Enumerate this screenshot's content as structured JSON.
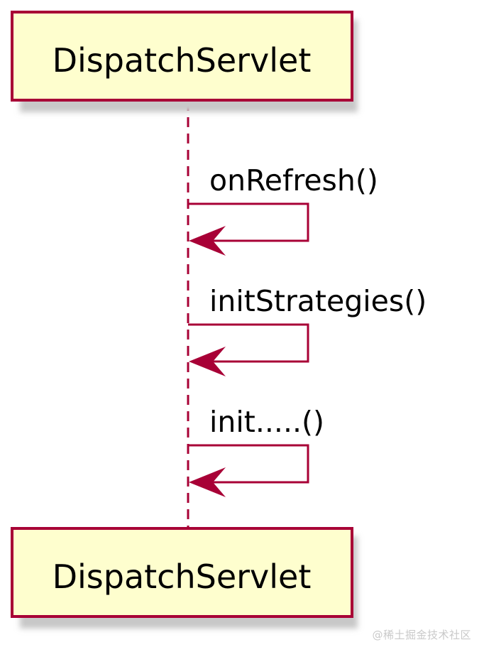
{
  "colors": {
    "participant_fill": "#fefece",
    "participant_border": "#a80036",
    "lifeline": "#a80036",
    "arrow": "#a80036",
    "shadow": "#d0d0d0"
  },
  "participants": {
    "top": {
      "label": "DispatchServlet"
    },
    "bottom": {
      "label": "DispatchServlet"
    }
  },
  "messages": [
    {
      "label": "onRefresh()",
      "type": "self-call"
    },
    {
      "label": "initStrategies()",
      "type": "self-call"
    },
    {
      "label": "init.....()",
      "type": "self-call"
    }
  ],
  "watermark": {
    "text": "@稀土掘金技术社区"
  }
}
